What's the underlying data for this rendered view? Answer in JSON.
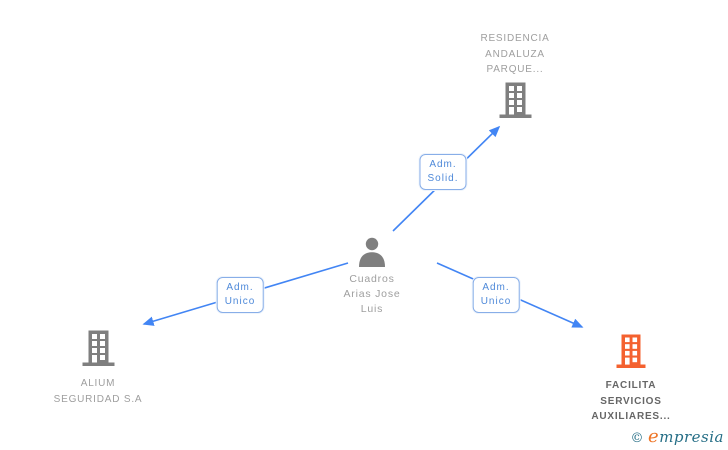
{
  "diagram_title": "corporate-relations-graph",
  "colors": {
    "background": "#ffffff",
    "arrow_blue": "#4285f4",
    "label_border_blue": "#88aee8",
    "label_text_blue": "#4e89d9",
    "icon_gray": "#7f7f7f",
    "text_gray": "#9e9e9e",
    "text_dark_gray": "#666666",
    "icon_orange": "#f4612f",
    "logo_teal": "#256e86",
    "logo_orange": "#ee7426"
  },
  "nodes": {
    "person": {
      "type": "person",
      "icon": "person-icon",
      "name_lines": [
        "Cuadros",
        "Arias Jose",
        "Luis"
      ]
    },
    "company_top": {
      "type": "company",
      "icon": "building-icon",
      "name_lines": [
        "RESIDENCIA",
        "ANDALUZA",
        "PARQUE..."
      ]
    },
    "company_left": {
      "type": "company",
      "icon": "building-icon",
      "name_lines": [
        "ALIUM",
        "SEGURIDAD S.A"
      ]
    },
    "company_right": {
      "type": "company",
      "icon": "building-icon",
      "highlighted": true,
      "name_lines": [
        "FACILITA",
        "SERVICIOS",
        "AUXILIARES..."
      ]
    }
  },
  "edges": [
    {
      "from": "person",
      "to": "company_top",
      "label_lines": [
        "Adm.",
        "Solid."
      ]
    },
    {
      "from": "person",
      "to": "company_left",
      "label_lines": [
        "Adm.",
        "Unico"
      ]
    },
    {
      "from": "person",
      "to": "company_right",
      "label_lines": [
        "Adm.",
        "Unico"
      ]
    }
  ],
  "footer": {
    "copyright": "©",
    "brand_initial": "e",
    "brand_rest": "mpresia"
  }
}
